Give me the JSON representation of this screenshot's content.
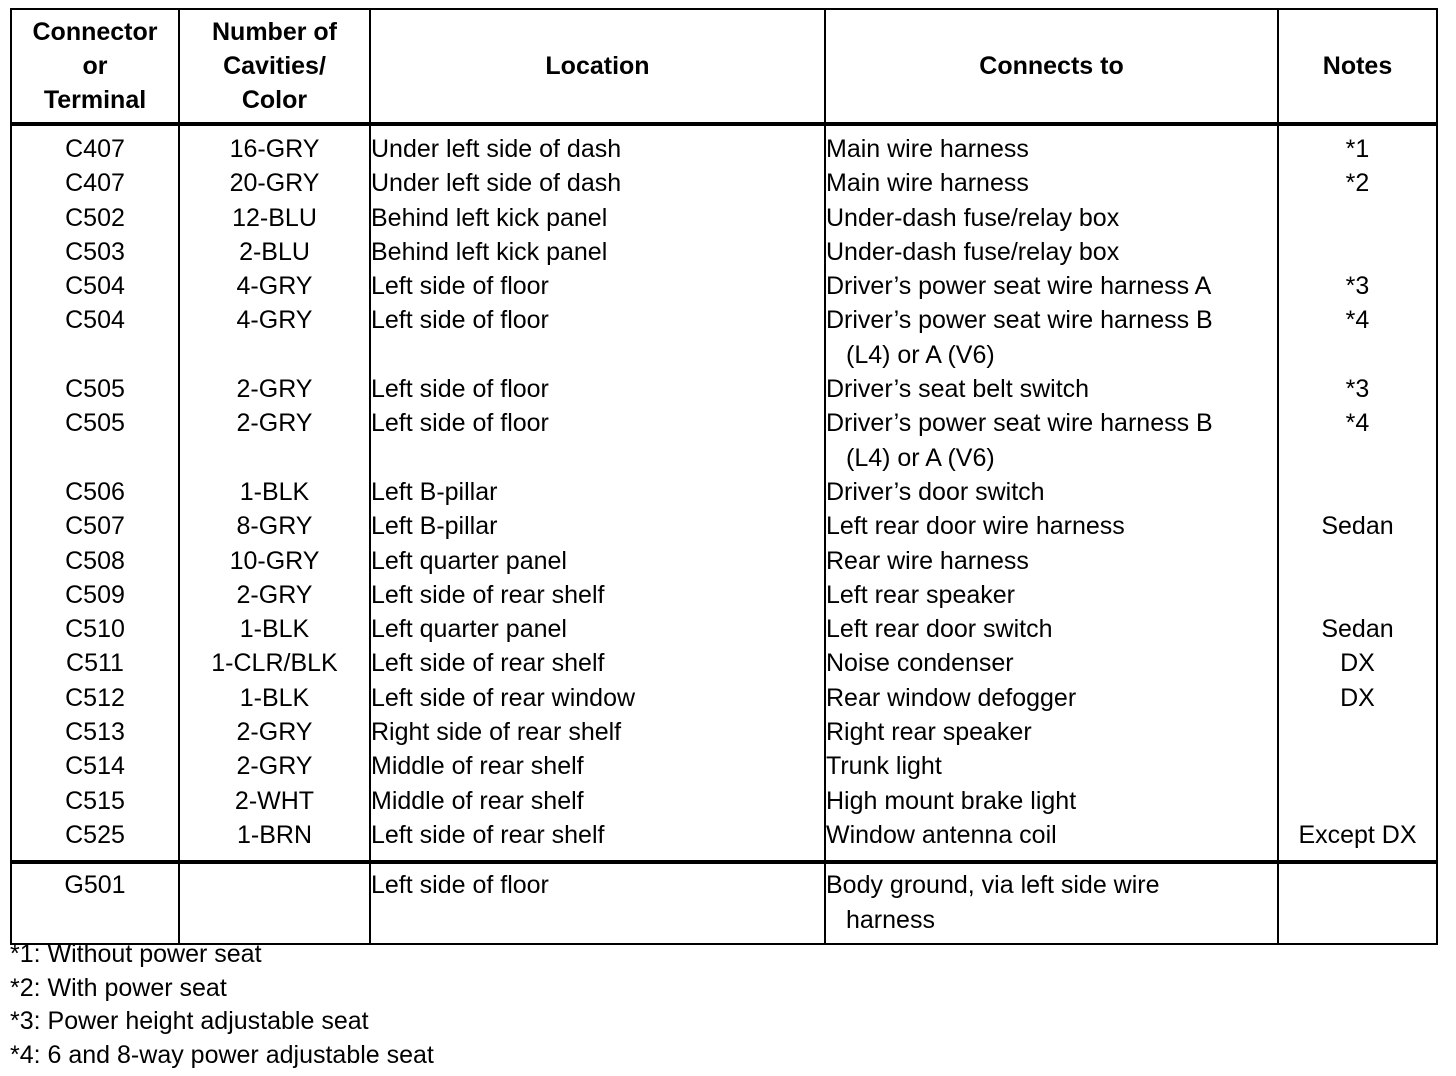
{
  "headers": {
    "connector": [
      "Connector",
      "or",
      "Terminal"
    ],
    "cavities": [
      "Number of",
      "Cavities/",
      "Color"
    ],
    "location": "Location",
    "connects_to": "Connects to",
    "notes": "Notes"
  },
  "rows": [
    {
      "connector": "C407",
      "cavities": "16-GRY",
      "location": "Under left side of dash",
      "connects": [
        "Main wire harness"
      ],
      "notes": "*1"
    },
    {
      "connector": "C407",
      "cavities": "20-GRY",
      "location": "Under left side of dash",
      "connects": [
        "Main wire harness"
      ],
      "notes": "*2"
    },
    {
      "connector": "C502",
      "cavities": "12-BLU",
      "location": "Behind left kick panel",
      "connects": [
        "Under-dash fuse/relay box"
      ],
      "notes": ""
    },
    {
      "connector": "C503",
      "cavities": "2-BLU",
      "location": "Behind left kick panel",
      "connects": [
        "Under-dash fuse/relay box"
      ],
      "notes": ""
    },
    {
      "connector": "C504",
      "cavities": "4-GRY",
      "location": "Left side of floor",
      "connects": [
        "Driver’s power seat wire harness A"
      ],
      "notes": "*3"
    },
    {
      "connector": "C504",
      "cavities": "4-GRY",
      "location": "Left side of floor",
      "connects": [
        "Driver’s power seat wire harness B",
        "(L4) or A (V6)"
      ],
      "notes": "*4"
    },
    {
      "connector": "C505",
      "cavities": "2-GRY",
      "location": "Left side of floor",
      "connects": [
        "Driver’s seat belt switch"
      ],
      "notes": "*3"
    },
    {
      "connector": "C505",
      "cavities": "2-GRY",
      "location": "Left side of floor",
      "connects": [
        "Driver’s power seat wire harness B",
        "(L4) or A (V6)"
      ],
      "notes": "*4"
    },
    {
      "connector": "C506",
      "cavities": "1-BLK",
      "location": "Left B-pillar",
      "connects": [
        "Driver’s door switch"
      ],
      "notes": ""
    },
    {
      "connector": "C507",
      "cavities": "8-GRY",
      "location": "Left B-pillar",
      "connects": [
        "Left rear door wire harness"
      ],
      "notes": "Sedan"
    },
    {
      "connector": "C508",
      "cavities": "10-GRY",
      "location": "Left quarter panel",
      "connects": [
        "Rear wire harness"
      ],
      "notes": ""
    },
    {
      "connector": "C509",
      "cavities": "2-GRY",
      "location": "Left side of rear shelf",
      "connects": [
        "Left rear speaker"
      ],
      "notes": ""
    },
    {
      "connector": "C510",
      "cavities": "1-BLK",
      "location": "Left quarter panel",
      "connects": [
        "Left rear door switch"
      ],
      "notes": "Sedan"
    },
    {
      "connector": "C511",
      "cavities": "1-CLR/BLK",
      "location": "Left side of rear shelf",
      "connects": [
        "Noise condenser"
      ],
      "notes": "DX"
    },
    {
      "connector": "C512",
      "cavities": "1-BLK",
      "location": "Left side of rear window",
      "connects": [
        "Rear window defogger"
      ],
      "notes": "DX"
    },
    {
      "connector": "C513",
      "cavities": "2-GRY",
      "location": "Right side of rear shelf",
      "connects": [
        "Right rear speaker"
      ],
      "notes": ""
    },
    {
      "connector": "C514",
      "cavities": "2-GRY",
      "location": "Middle of rear shelf",
      "connects": [
        "Trunk light"
      ],
      "notes": ""
    },
    {
      "connector": "C515",
      "cavities": "2-WHT",
      "location": "Middle of rear shelf",
      "connects": [
        "High mount brake light"
      ],
      "notes": ""
    },
    {
      "connector": "C525",
      "cavities": "1-BRN",
      "location": "Left side of rear shelf",
      "connects": [
        "Window antenna coil"
      ],
      "notes": "Except DX"
    }
  ],
  "ground_row": {
    "connector": "G501",
    "cavities": "",
    "location": "Left side of floor",
    "connects": [
      "Body ground, via left side wire",
      "harness"
    ],
    "notes": ""
  },
  "footnotes": [
    "*1: Without power seat",
    "*2: With power seat",
    "*3: Power height adjustable seat",
    "*4: 6 and 8-way power adjustable seat"
  ]
}
